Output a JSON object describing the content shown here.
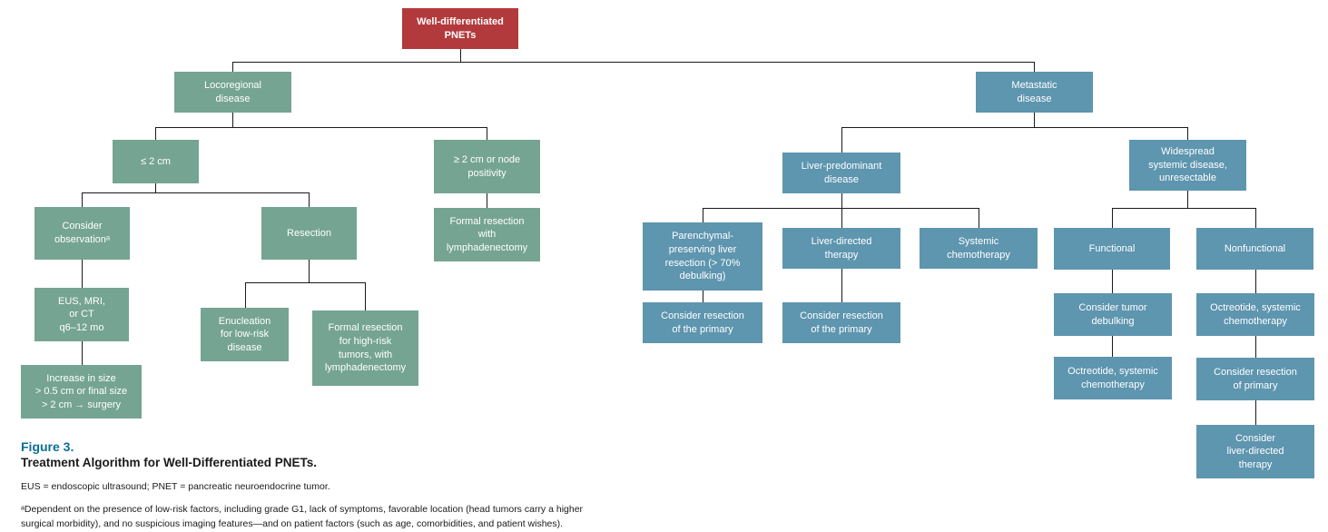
{
  "figure": {
    "label": "Figure 3.",
    "title": "Treatment Algorithm for Well-Differentiated PNETs.",
    "abbreviations": "EUS = endoscopic ultrasound; PNET = pancreatic neuroendocrine tumor.",
    "footnote": "ᵃDependent on the presence of low-risk factors, including grade G1, lack of symptoms, favorable location (head tumors carry a higher surgical morbidity), and no suspicious imaging features—and on patient factors (such as age, comorbidities, and patient wishes)."
  },
  "colors": {
    "root_box": "#b23a3c",
    "locoregional_box": "#75a492",
    "metastatic_box": "#5e95af",
    "figure_label": "#0b6e96",
    "connector": "#1a1a1a"
  },
  "nodes": {
    "root": {
      "label": "Well-differentiated\nPNETs"
    },
    "locoregional": {
      "label": "Locoregional\ndisease"
    },
    "metastatic": {
      "label": "Metastatic\ndisease"
    },
    "le_2cm": {
      "label": "≤ 2 cm"
    },
    "ge_2cm": {
      "label": "≥ 2 cm or node\npositivity"
    },
    "consider_observation": {
      "label": "Consider\nobservationᵃ"
    },
    "resection": {
      "label": "Resection"
    },
    "formal_resection_lymphadenectomy": {
      "label": "Formal resection\nwith\nlymphadenectomy"
    },
    "eus_mri_ct": {
      "label": "EUS, MRI,\nor CT\nq6–12 mo"
    },
    "increase_in_size": {
      "label": "Increase in size\n> 0.5 cm or final size\n> 2 cm → surgery"
    },
    "enucleation": {
      "label": "Enucleation\nfor low-risk\ndisease"
    },
    "formal_resection_high_risk": {
      "label": "Formal resection\nfor high-risk\ntumors, with\nlymphadenectomy"
    },
    "liver_predominant": {
      "label": "Liver-predominant\ndisease"
    },
    "widespread": {
      "label": "Widespread\nsystemic disease,\nunresectable"
    },
    "parenchymal_preserving": {
      "label": "Parenchymal-\npreserving liver\nresection (> 70%\ndebulking)"
    },
    "liver_directed_therapy": {
      "label": "Liver-directed\ntherapy"
    },
    "systemic_chemotherapy": {
      "label": "Systemic\nchemotherapy"
    },
    "functional": {
      "label": "Functional"
    },
    "nonfunctional": {
      "label": "Nonfunctional"
    },
    "consider_resection_primary_1": {
      "label": "Consider resection\nof the primary"
    },
    "consider_resection_primary_2": {
      "label": "Consider resection\nof the primary"
    },
    "consider_tumor_debulking": {
      "label": "Consider tumor\ndebulking"
    },
    "octreotide_functional": {
      "label": "Octreotide, systemic\nchemotherapy"
    },
    "octreotide_nonfunctional": {
      "label": "Octreotide, systemic\nchemotherapy"
    },
    "consider_resection_primary_3": {
      "label": "Consider resection\nof primary"
    },
    "consider_liver_directed": {
      "label": "Consider\nliver-directed\ntherapy"
    }
  }
}
